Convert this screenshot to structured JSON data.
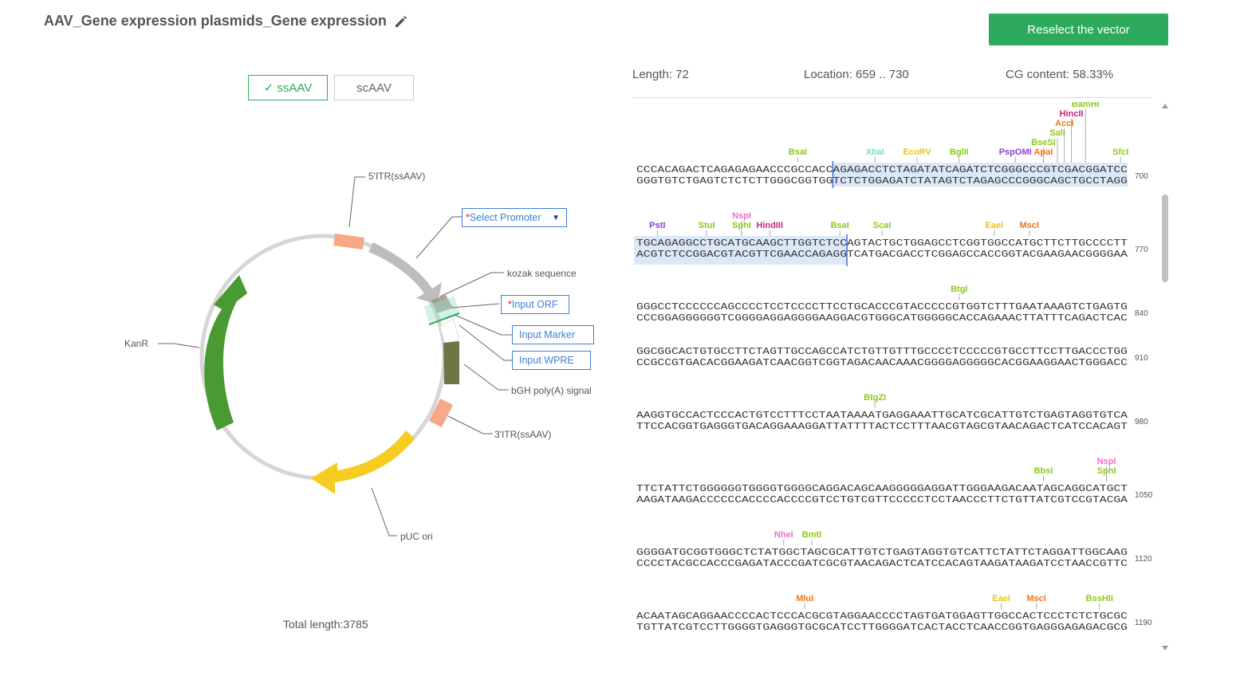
{
  "header": {
    "title": "AAV_Gene expression plasmids_Gene expression",
    "reselect_label": "Reselect the vector"
  },
  "vector_type": {
    "options": [
      "✓ ssAAV",
      "scAAV"
    ],
    "selected": "ssAAV"
  },
  "map": {
    "labels": {
      "itr5": "5'ITR(ssAAV)",
      "kozak": "kozak sequence",
      "kanr": "KanR",
      "bgh": "bGH poly(A) signal",
      "itr3": "3'ITR(ssAAV)",
      "puc": "pUC ori"
    },
    "promoter_select": {
      "required_mark": "*",
      "label": "Select Promoter"
    },
    "inputs": {
      "orf": {
        "required_mark": "*",
        "label": "Input ORF"
      },
      "marker": "Input Marker",
      "wpre": "Input WPRE"
    },
    "total_length": "Total length:3785",
    "colors": {
      "itr": "#f5a987",
      "promoter": "#bdbdbd",
      "kanr": "#4a9a33",
      "puc": "#f7cc21",
      "bgh": "#6e7546",
      "backbone": "#d6d6d6"
    }
  },
  "stats": {
    "length": "Length: 72",
    "location": "Location:  659 .. 730",
    "cg": "CG content: 58.33%"
  },
  "sequence_rows": [
    {
      "top": "CCCACAGACTCAGAGAGAACCCGCCACCAGAGACCTCTAGATATCAGATCTCGGGCCCGTCGACGGATCC",
      "bottom": "GGGTGTCTGAGTCTCTCTTGGGCGGTGGTCTCTGGAGATCTATAGTCTAGAGCCCGGGCAGCTGCCTAGG",
      "pos": "700",
      "enzymes": [
        {
          "name": "BsaI",
          "col": 23,
          "color": "#8cc919"
        },
        {
          "name": "XbaI",
          "col": 34,
          "color": "#7fd9c7"
        },
        {
          "name": "EcoRV",
          "col": 40,
          "color": "#e8c51b"
        },
        {
          "name": "BglII",
          "col": 46,
          "color": "#8cc919"
        },
        {
          "name": "PspOMI",
          "col": 54,
          "color": "#8b3fd6"
        },
        {
          "name": "ApaI",
          "col": 58,
          "color": "#f07417"
        },
        {
          "name": "BseSI",
          "col": 58,
          "color": "#8cc919"
        },
        {
          "name": "SalI",
          "col": 60,
          "color": "#8cc919"
        },
        {
          "name": "AccI",
          "col": 61,
          "color": "#f07417"
        },
        {
          "name": "HincII",
          "col": 62,
          "color": "#c2267a"
        },
        {
          "name": "BamHI",
          "col": 64,
          "color": "#8cc919"
        },
        {
          "name": "SfcI",
          "col": 69,
          "color": "#8cc919"
        }
      ]
    },
    {
      "top": "TGCAGAGGCCTGCATGCAAGCTTGGTCTCCAGTACTGCTGGAGCCTCGGTGGCCATGCTTCTTGCCCCTT",
      "bottom": "ACGTCTCCGGACGTACGTTCGAACCAGAGGTCATGACGACCTCGGAGCCACCGGTACGAAGAACGGGGAA",
      "pos": "770",
      "enzymes": [
        {
          "name": "PstI",
          "col": 3,
          "color": "#8b3fd6"
        },
        {
          "name": "StuI",
          "col": 10,
          "color": "#8cc919"
        },
        {
          "name": "SphI",
          "col": 15,
          "color": "#8cc919"
        },
        {
          "name": "NspI",
          "col": 15,
          "color": "#f06ec5"
        },
        {
          "name": "HindIII",
          "col": 19,
          "color": "#c2267a"
        },
        {
          "name": "BsaI",
          "col": 29,
          "color": "#8cc919"
        },
        {
          "name": "ScaI",
          "col": 35,
          "color": "#8cc919"
        },
        {
          "name": "EaeI",
          "col": 51,
          "color": "#e8c51b"
        },
        {
          "name": "MscI",
          "col": 56,
          "color": "#f07417"
        }
      ]
    },
    {
      "top": "GGGCCTCCCCCCAGCCCCTCCTCCCCTTCCTGCACCCGTACCCCCGTGGTCTTTGAATAAAGTCTGAGTG",
      "bottom": "CCCGGAGGGGGGTCGGGGAGGAGGGGAAGGACGTGGGCATGGGGGCACCAGAAACTTATTTCAGACTCAC",
      "pos": "840",
      "enzymes": [
        {
          "name": "BtgI",
          "col": 46,
          "color": "#8cc919"
        }
      ]
    },
    {
      "top": "GGCGGCACTGTGCCTTCTAGTTGCCAGCCATCTGTTGTTTGCCCCTCCCCCGTGCCTTCCTTGACCCTGG",
      "bottom": "CCGCCGTGACACGGAAGATCAACGGTCGGTAGACAACAAACGGGGAGGGGGCACGGAAGGAACTGGGACC",
      "pos": "910",
      "enzymes": []
    },
    {
      "top": "AAGGTGCCACTCCCACTGTCCTTTCCTAATAAAATGAGGAAATTGCATCGCATTGTCTGAGTAGGTGTCA",
      "bottom": "TTCCACGGTGAGGGTGACAGGAAAGGATTATTTTACTCCTTTAACGTAGCGTAACAGACTCATCCACAGT",
      "pos": "980",
      "enzymes": [
        {
          "name": "BtgZI",
          "col": 34,
          "color": "#8cc919"
        }
      ]
    },
    {
      "top": "TTCTATTCTGGGGGGTGGGGTGGGGCAGGACAGCAAGGGGGAGGATTGGGAAGACAATAGCAGGCATGCT",
      "bottom": "AAGATAAGACCCCCCACCCCACCCCGTCCTGTCGTTCCCCCTCCTAACCCTTCTGTTATCGTCCGTACGA",
      "pos": "1050",
      "enzymes": [
        {
          "name": "BbsI",
          "col": 58,
          "color": "#8cc919"
        },
        {
          "name": "SphI",
          "col": 67,
          "color": "#8cc919"
        },
        {
          "name": "NspI",
          "col": 67,
          "color": "#f06ec5"
        }
      ]
    },
    {
      "top": "GGGGATGCGGTGGGCTCTATGGCTAGCGCATTGTCTGAGTAGGTGTCATTCTATTCTAGGATTGGCAAG",
      "bottom": "CCCCTACGCCACCCGAGATACCCGATCGCGTAACAGACTCATCCACAGTAAGATAAGATCCTAACCGTTC",
      "pos": "1120",
      "enzymes": [
        {
          "name": "NheI",
          "col": 21,
          "color": "#f06ec5"
        },
        {
          "name": "BmtI",
          "col": 25,
          "color": "#8cc919"
        }
      ]
    },
    {
      "top": "ACAATAGCAGGAACCCCACTCCCACGCGTAGGAACCCCTAGTGATGGAGTTGGCCACTCCCTCTCTGCGC",
      "bottom": "TGTTATCGTCCTTGGGGTGAGGGTGCGCATCCTTGGGGATCACTACCTCAACCGGTGAGGGAGAGACGCG",
      "pos": "1190",
      "enzymes": [
        {
          "name": "MluI",
          "col": 24,
          "color": "#f07417"
        },
        {
          "name": "EaeI",
          "col": 52,
          "color": "#e8c51b"
        },
        {
          "name": "MscI",
          "col": 57,
          "color": "#f07417"
        },
        {
          "name": "BssHII",
          "col": 66,
          "color": "#8cc919"
        }
      ]
    }
  ]
}
